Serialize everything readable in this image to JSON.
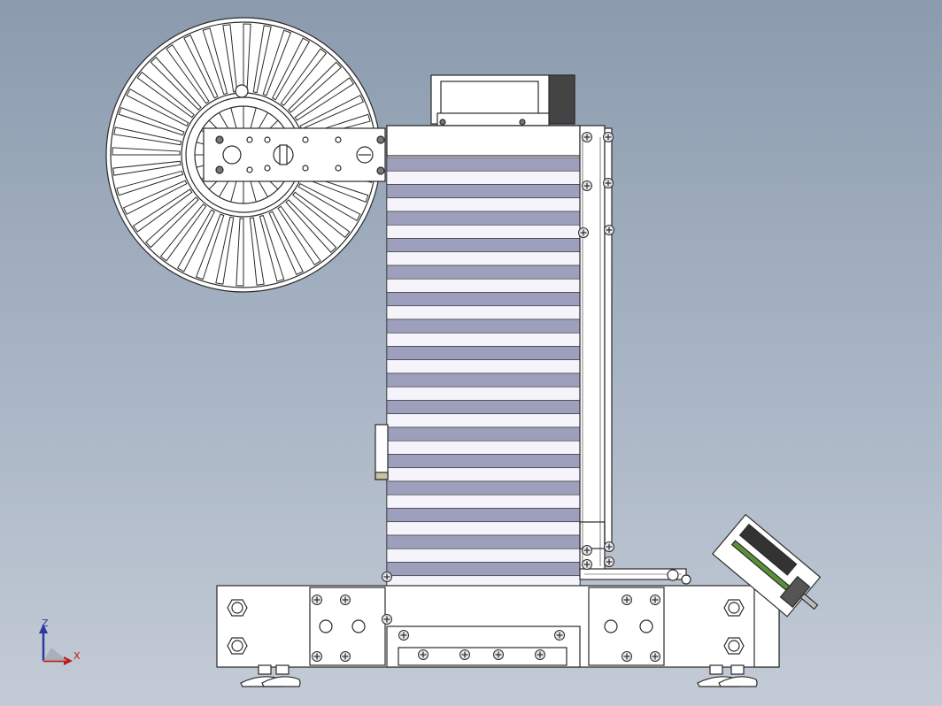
{
  "viewport": {
    "background_top": "#8b9bad",
    "background_bottom": "#c3cbd6"
  },
  "model": {
    "line_color": "#2a2a2a",
    "part_color": "#ffffff",
    "stack_plate_color": "#9e9fbc",
    "stack_plate_count": 16,
    "reel_spoke_count": 40,
    "reel_inner_spoke_count": 24
  },
  "triad": {
    "z_label": "Z",
    "x_label": "X",
    "z_color": "#2a3aa0",
    "x_color": "#c01818"
  }
}
